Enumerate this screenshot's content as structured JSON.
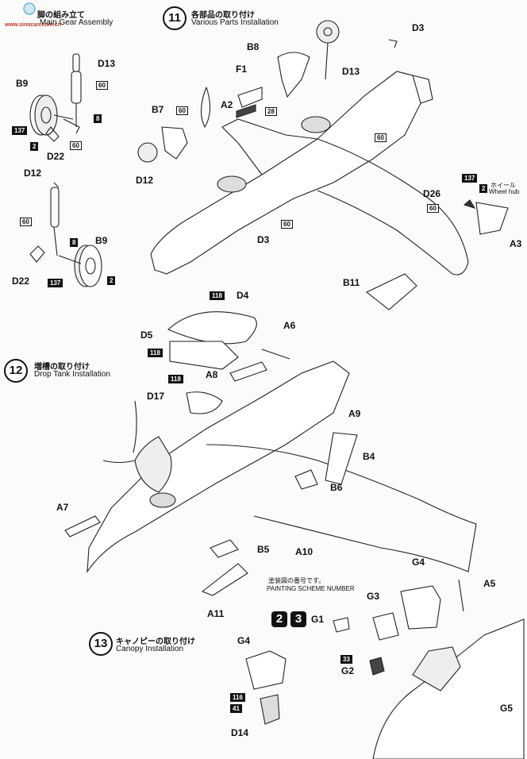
{
  "watermark": {
    "url": "www.sinocan.com.cn"
  },
  "sections": {
    "main_gear": {
      "title_jp": "脚の組み立て",
      "title_en": "Main Gear Assembly"
    },
    "step11": {
      "number": "11",
      "title_jp": "各部品の取り付け",
      "title_en": "Various Parts Installation"
    },
    "step12": {
      "number": "12",
      "title_jp": "増槽の取り付け",
      "title_en": "Drop Tank Installation"
    },
    "step13": {
      "number": "13",
      "title_jp": "キャノピーの取り付け",
      "title_en": "Canopy Installation"
    }
  },
  "painting_scheme": {
    "label_jp": "塗装図の番号です。",
    "label_en": "PAINTING SCHEME NUMBER",
    "badges": [
      "2",
      "3"
    ]
  },
  "notes": {
    "wheel_hub_jp": "ホイール",
    "wheel_hub_en": "Wheel hub"
  },
  "parts": {
    "l0": "D13",
    "l1": "B9",
    "l2": "D22",
    "l3": "D12",
    "l4": "B9",
    "l5": "D22",
    "l6": "B8",
    "l7": "D3",
    "l8": "F1",
    "l9": "D13",
    "l10": "A2",
    "l11": "B7",
    "l12": "D12",
    "l13": "D26",
    "l14": "D3",
    "l15": "A3",
    "l16": "B11",
    "l17": "D4",
    "l18": "A6",
    "l19": "D5",
    "l20": "A8",
    "l21": "D17",
    "l22": "A9",
    "l23": "B4",
    "l24": "B6",
    "l25": "A7",
    "l26": "B5",
    "l27": "A10",
    "l28": "A11",
    "l29": "G4",
    "l30": "A5",
    "l31": "G3",
    "l32": "G1",
    "l33": "G4",
    "l34": "G2",
    "l35": "G5",
    "l36": "D14"
  },
  "boxes": {
    "b0": "60",
    "b1": "8",
    "b2": "137",
    "b3": "2",
    "b4": "60",
    "b5": "60",
    "b6": "8",
    "b7": "137",
    "b8": "2",
    "b9": "60",
    "b10": "28",
    "b11": "60",
    "b12": "137",
    "b13": "2",
    "b14": "60",
    "b15": "60",
    "b16": "118",
    "b17": "118",
    "b18": "118",
    "b19": "33",
    "b20": "116",
    "b21": "41"
  }
}
